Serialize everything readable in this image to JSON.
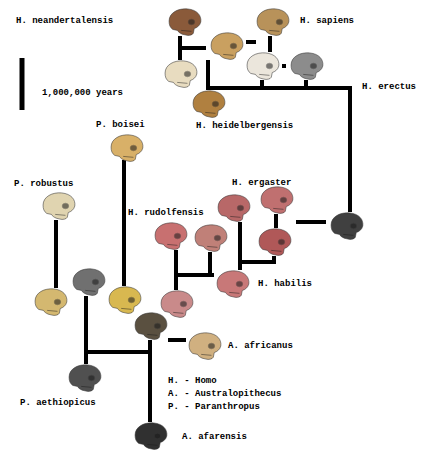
{
  "diagram": {
    "labels": [
      "H. neandertalensis",
      "H. sapiens",
      "H. erectus",
      "1,000,000 years",
      "H. heidelbergensis",
      "P. boisei",
      "H. ergaster",
      "P. robustus",
      "H. rudolfensis",
      "H. habilis",
      "A. africanus",
      "H. - Homo",
      "A. - Australopithecus",
      "P. - Paranthropus",
      "P. aethiopicus",
      "A. afarensis"
    ]
  }
}
